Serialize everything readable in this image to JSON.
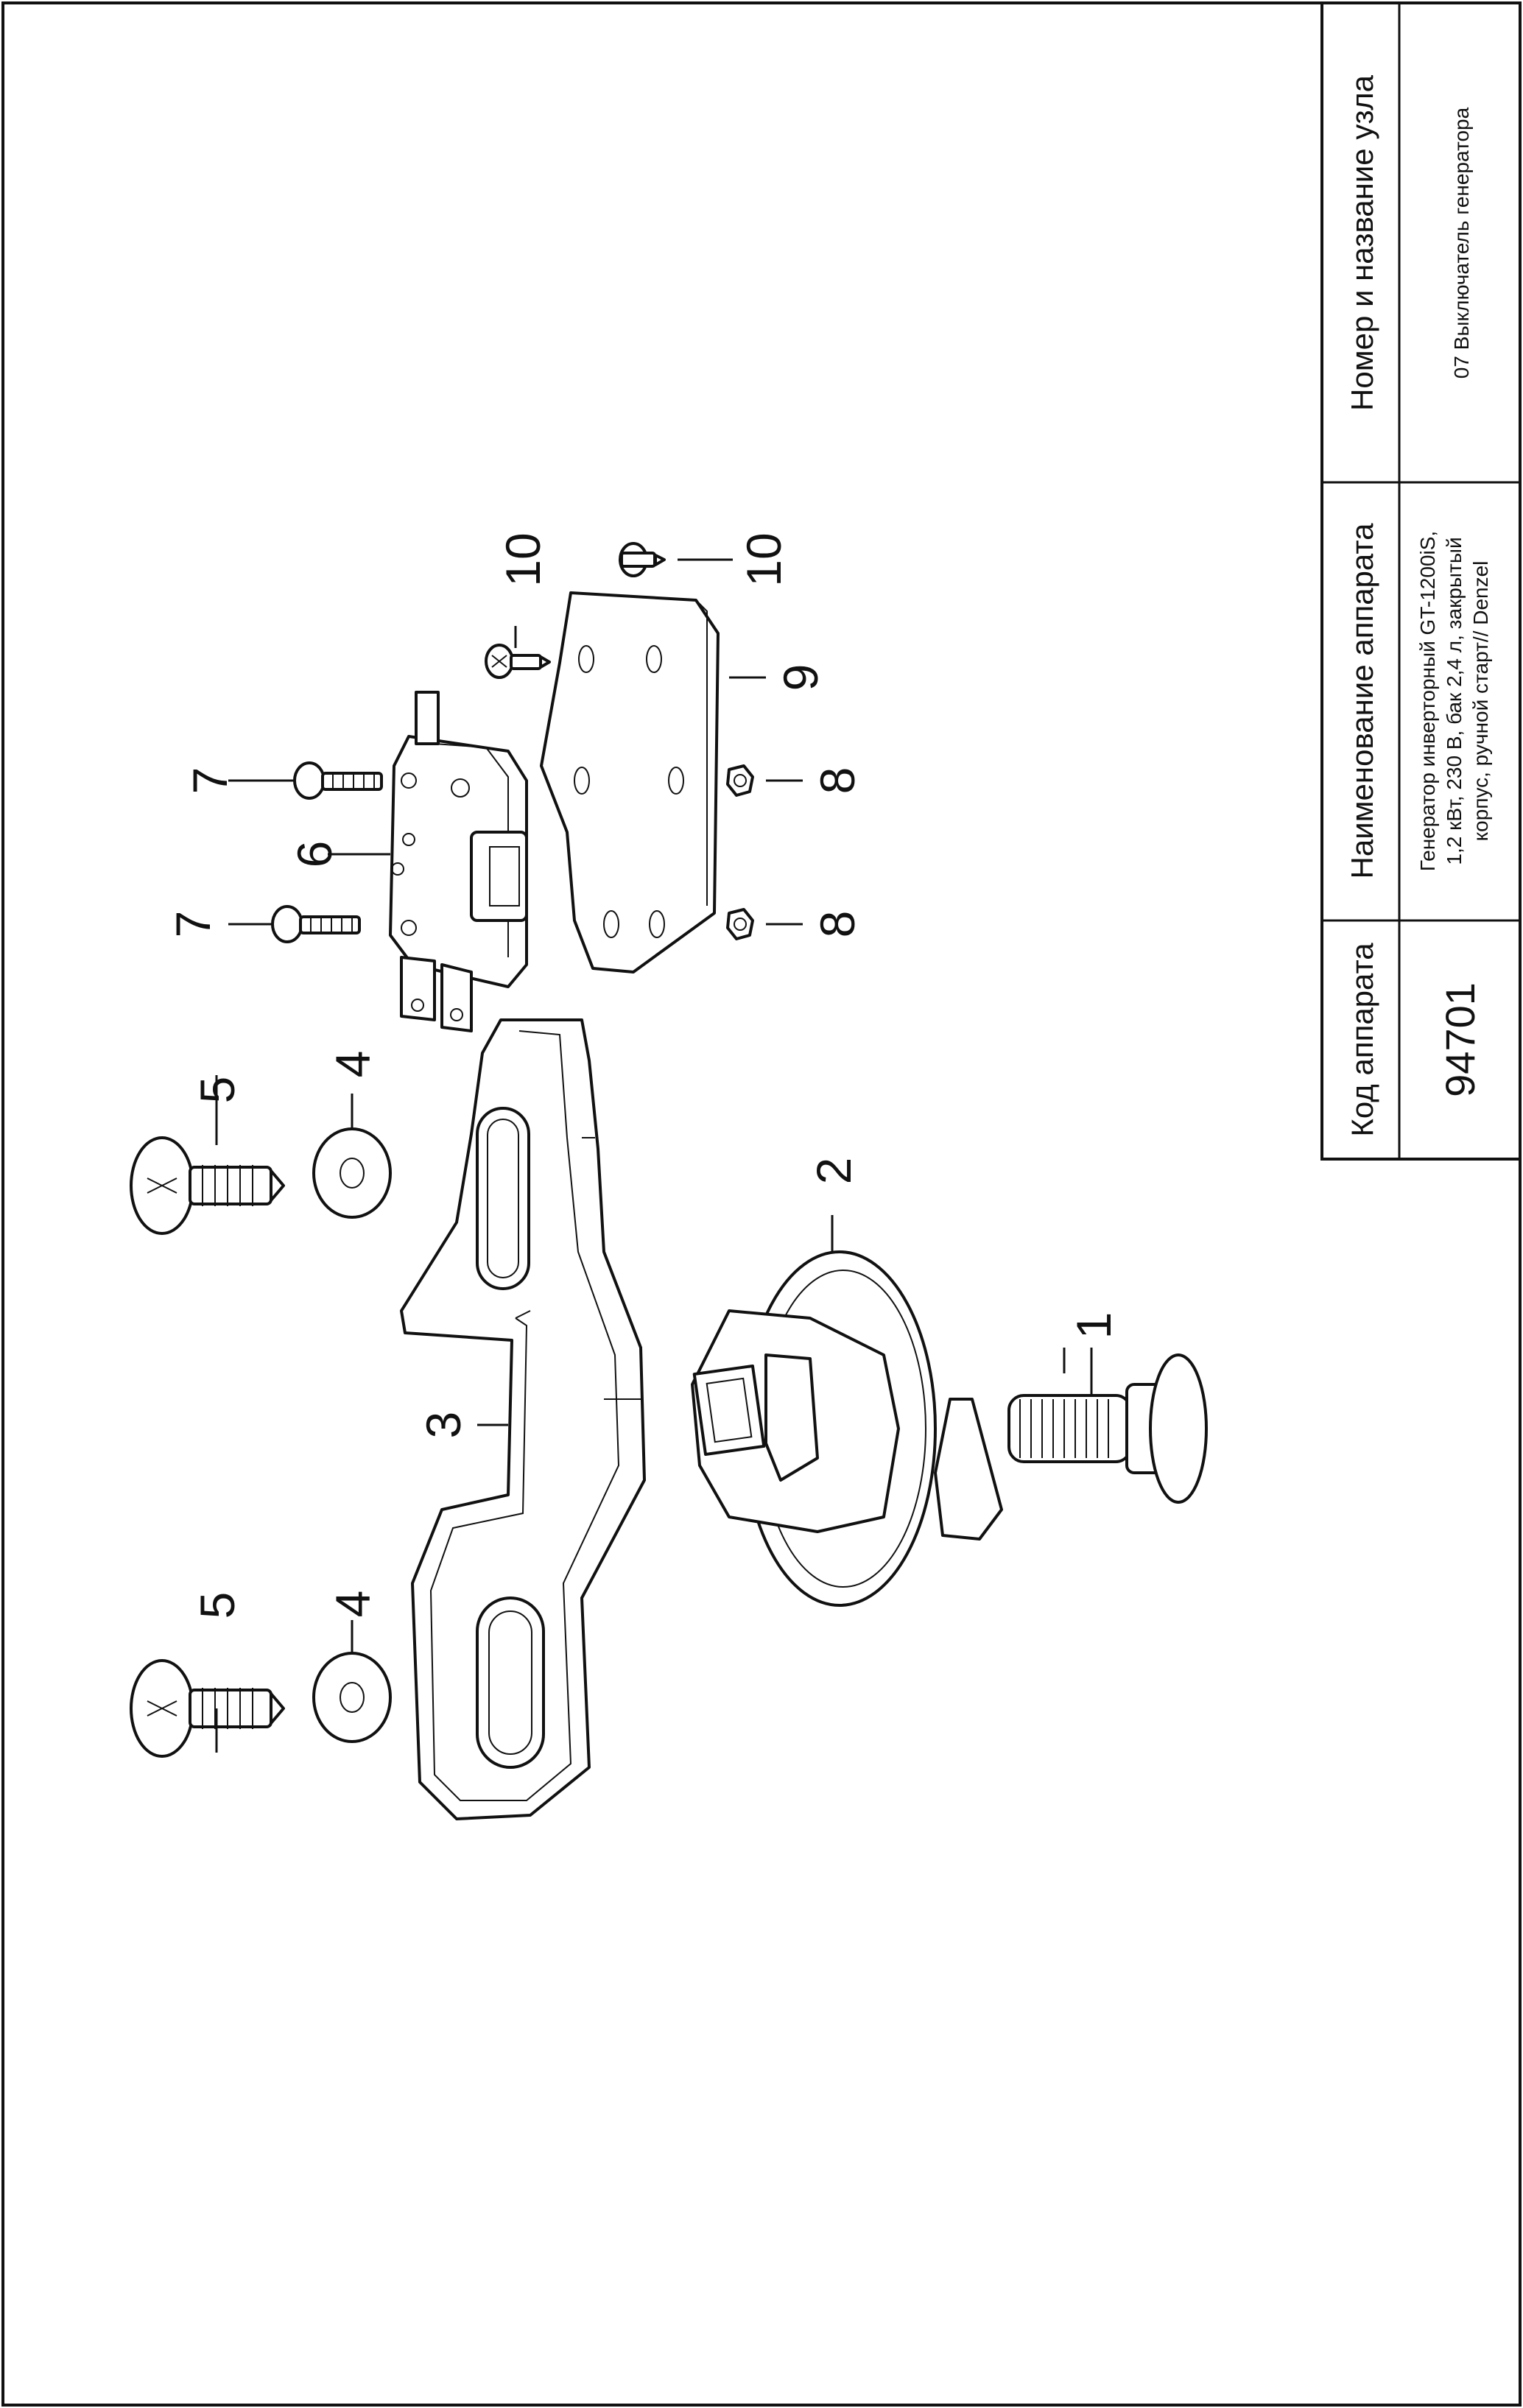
{
  "title_block": {
    "code_header": "Код аппарата",
    "device_header": "Наименование аппарата",
    "node_header": "Номер и название узла",
    "code_value": "94701",
    "device_value_lines": [
      "Генератор инверторный GT-1200iS,",
      "1,2 кВт, 230 В, бак 2,4 л, закрытый",
      "корпус, ручной старт// Denzel"
    ],
    "node_value": "07 Выключатель генератора"
  },
  "callouts": {
    "c1": "1",
    "c2": "2",
    "c3": "3",
    "c4a": "4",
    "c4b": "4",
    "c5a": "5",
    "c5b": "5",
    "c6": "6",
    "c7a": "7",
    "c7b": "7",
    "c8a": "8",
    "c8b": "8",
    "c9": "9",
    "c10a": "10",
    "c10b": "10"
  }
}
